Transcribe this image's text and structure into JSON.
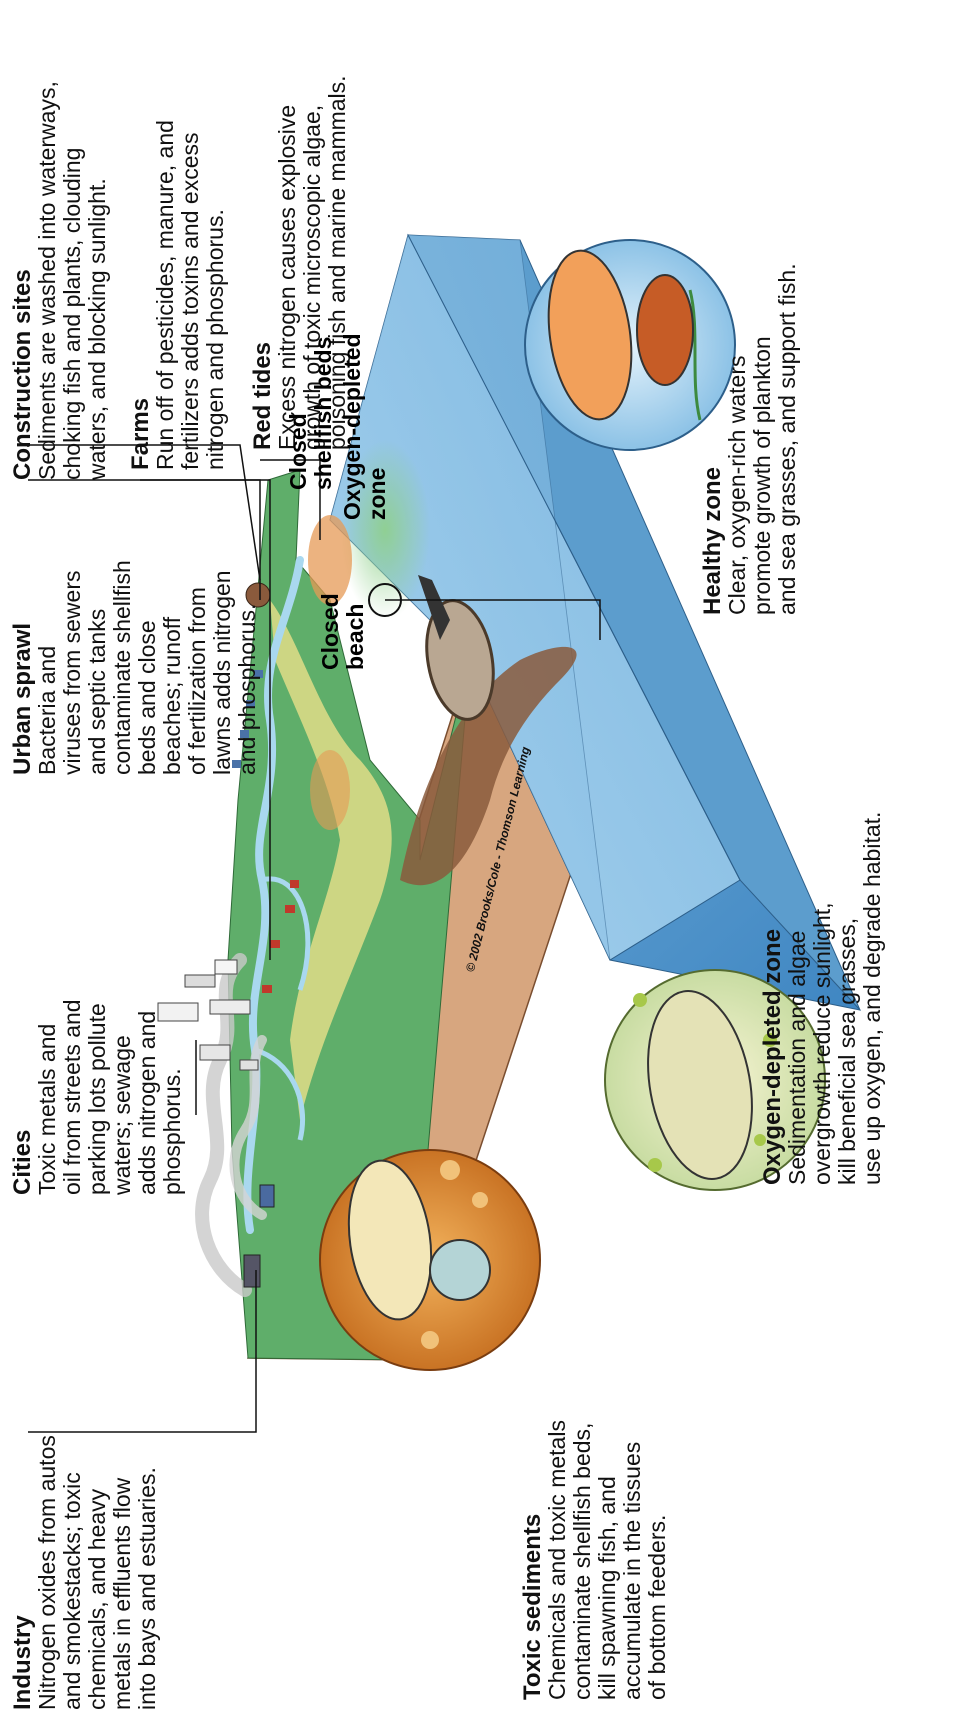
{
  "labels": {
    "industry": {
      "title": "Industry",
      "text": "Nitrogen oxides from autos\nand smokestacks; toxic\nchemicals, and heavy\nmetals in effluents flow\ninto bays and estuaries."
    },
    "cities": {
      "title": "Cities",
      "text": "Toxic metals and\noil from streets and\nparking lots pollute\nwaters; sewage\nadds nitrogen and\nphosphorus."
    },
    "urban_sprawl": {
      "title": "Urban sprawl",
      "text": "Bacteria and\nviruses from sewers\nand septic tanks\ncontaminate shellfish\nbeds and close\nbeaches; runoff\nof fertilization from\nlawns adds nitrogen\nand phosphorus."
    },
    "construction_sites": {
      "title": "Construction sites",
      "text": "Sediments are washed into waterways,\nchoking fish and plants, clouding\nwaters, and blocking sunlight."
    },
    "farms": {
      "title": "Farms",
      "text": "Run off of pesticides, manure, and\nfertilizers adds toxins and excess\nnitrogen and phosphorus."
    },
    "red_tides": {
      "title": "Red tides",
      "text": "Excess nitrogen causes explosive\ngrowth of toxic microscopic algae,\npoisoning fish and marine mammals."
    },
    "healthy_zone": {
      "title": "Healthy zone",
      "text": "Clear, oxygen-rich waters\npromote growth of plankton\nand sea grasses, and support fish."
    },
    "oxygen_depleted_zone": {
      "title": "Oxygen-depleted zone",
      "text": "Sedimentation and algae\novergrowth reduce sunlight,\nkill beneficial sea grasses,\nuse up oxygen, and degrade habitat."
    },
    "toxic_sediments": {
      "title": "Toxic sediments",
      "text": "Chemicals and toxic metals\ncontaminate shellfish beds,\nkill spawning fish, and\naccumulate in the tissues\nof bottom feeders."
    }
  },
  "map_labels": {
    "closed_shellfish_beds": "Closed\nshellfish beds",
    "oxygen_depleted_zone": "Oxygen-depleted\nzone",
    "closed_beach": "Closed\nbeach"
  },
  "credit": "© 2002 Brooks/Cole - Thomson Learning",
  "colors": {
    "water_top": "#8fc3e4",
    "water_side": "#6aa8d6",
    "land": "#5fae6a",
    "seabed": "#d7a67f",
    "sediment": "#8a5a3c"
  }
}
